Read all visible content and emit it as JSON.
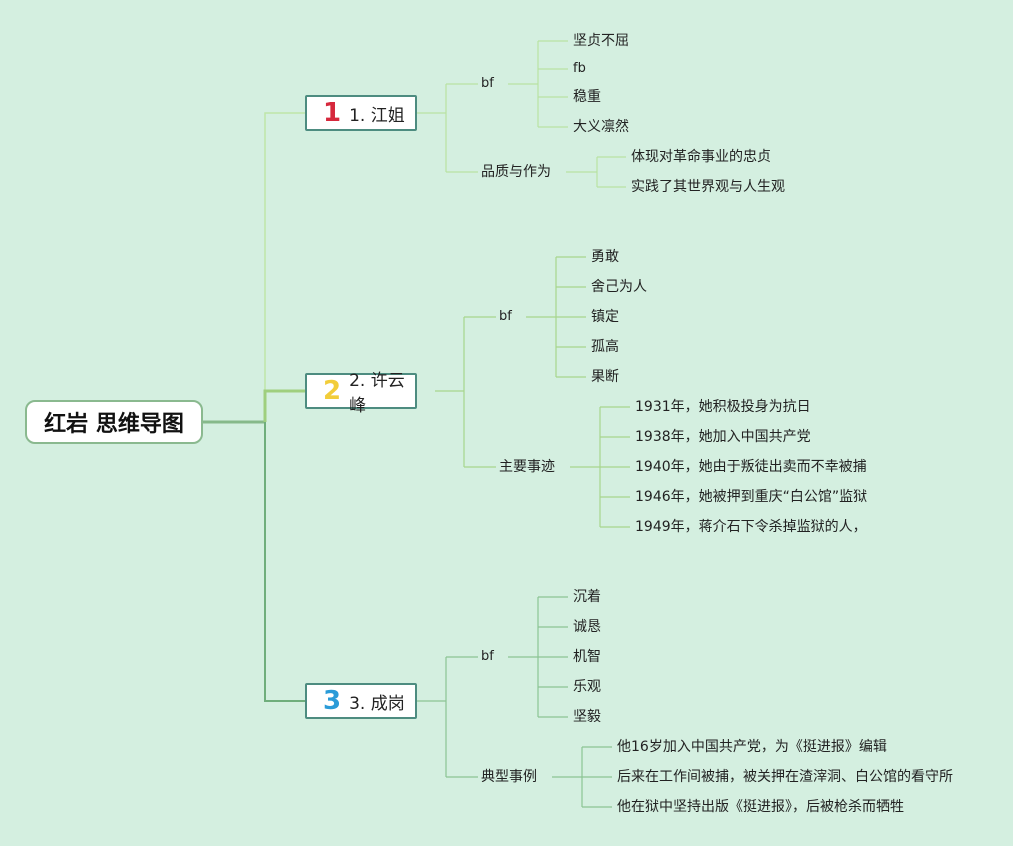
{
  "root": {
    "title": "红岩 思维导图"
  },
  "branches": [
    {
      "number": "1",
      "label": "1. 江姐",
      "color": "#d6283c",
      "subs": [
        {
          "label": "bf",
          "leaves": [
            "坚贞不屈",
            "fb",
            "稳重",
            "大义凛然"
          ]
        },
        {
          "label": "品质与作为",
          "leaves": [
            "体现对革命事业的忠贞",
            "实践了其世界观与人生观"
          ]
        }
      ]
    },
    {
      "number": "2",
      "label": "2. 许云峰",
      "color": "#f2cd3a",
      "subs": [
        {
          "label": "bf",
          "leaves": [
            "勇敢",
            "舍己为人",
            "镇定",
            "孤高",
            "果断"
          ]
        },
        {
          "label": "主要事迹",
          "leaves": [
            "1931年，她积极投身为抗日",
            "1938年，她加入中国共产党",
            "1940年，她由于叛徒出卖而不幸被捕",
            "1946年，她被押到重庆“白公馆”监狱",
            "1949年，蒋介石下令杀掉监狱的人，"
          ]
        }
      ]
    },
    {
      "number": "3",
      "label": "3. 成岗",
      "color": "#2a9bd8",
      "subs": [
        {
          "label": "bf",
          "leaves": [
            "沉着",
            "诚恳",
            "机智",
            "乐观",
            "坚毅"
          ]
        },
        {
          "label": "典型事例",
          "leaves": [
            "他16岁加入中国共产党，为《挺进报》编辑",
            "后来在工作间被捕，被关押在渣滓洞、白公馆的看守所",
            "他在狱中坚持出版《挺进报》，后被枪杀而牺牲"
          ]
        }
      ]
    }
  ]
}
